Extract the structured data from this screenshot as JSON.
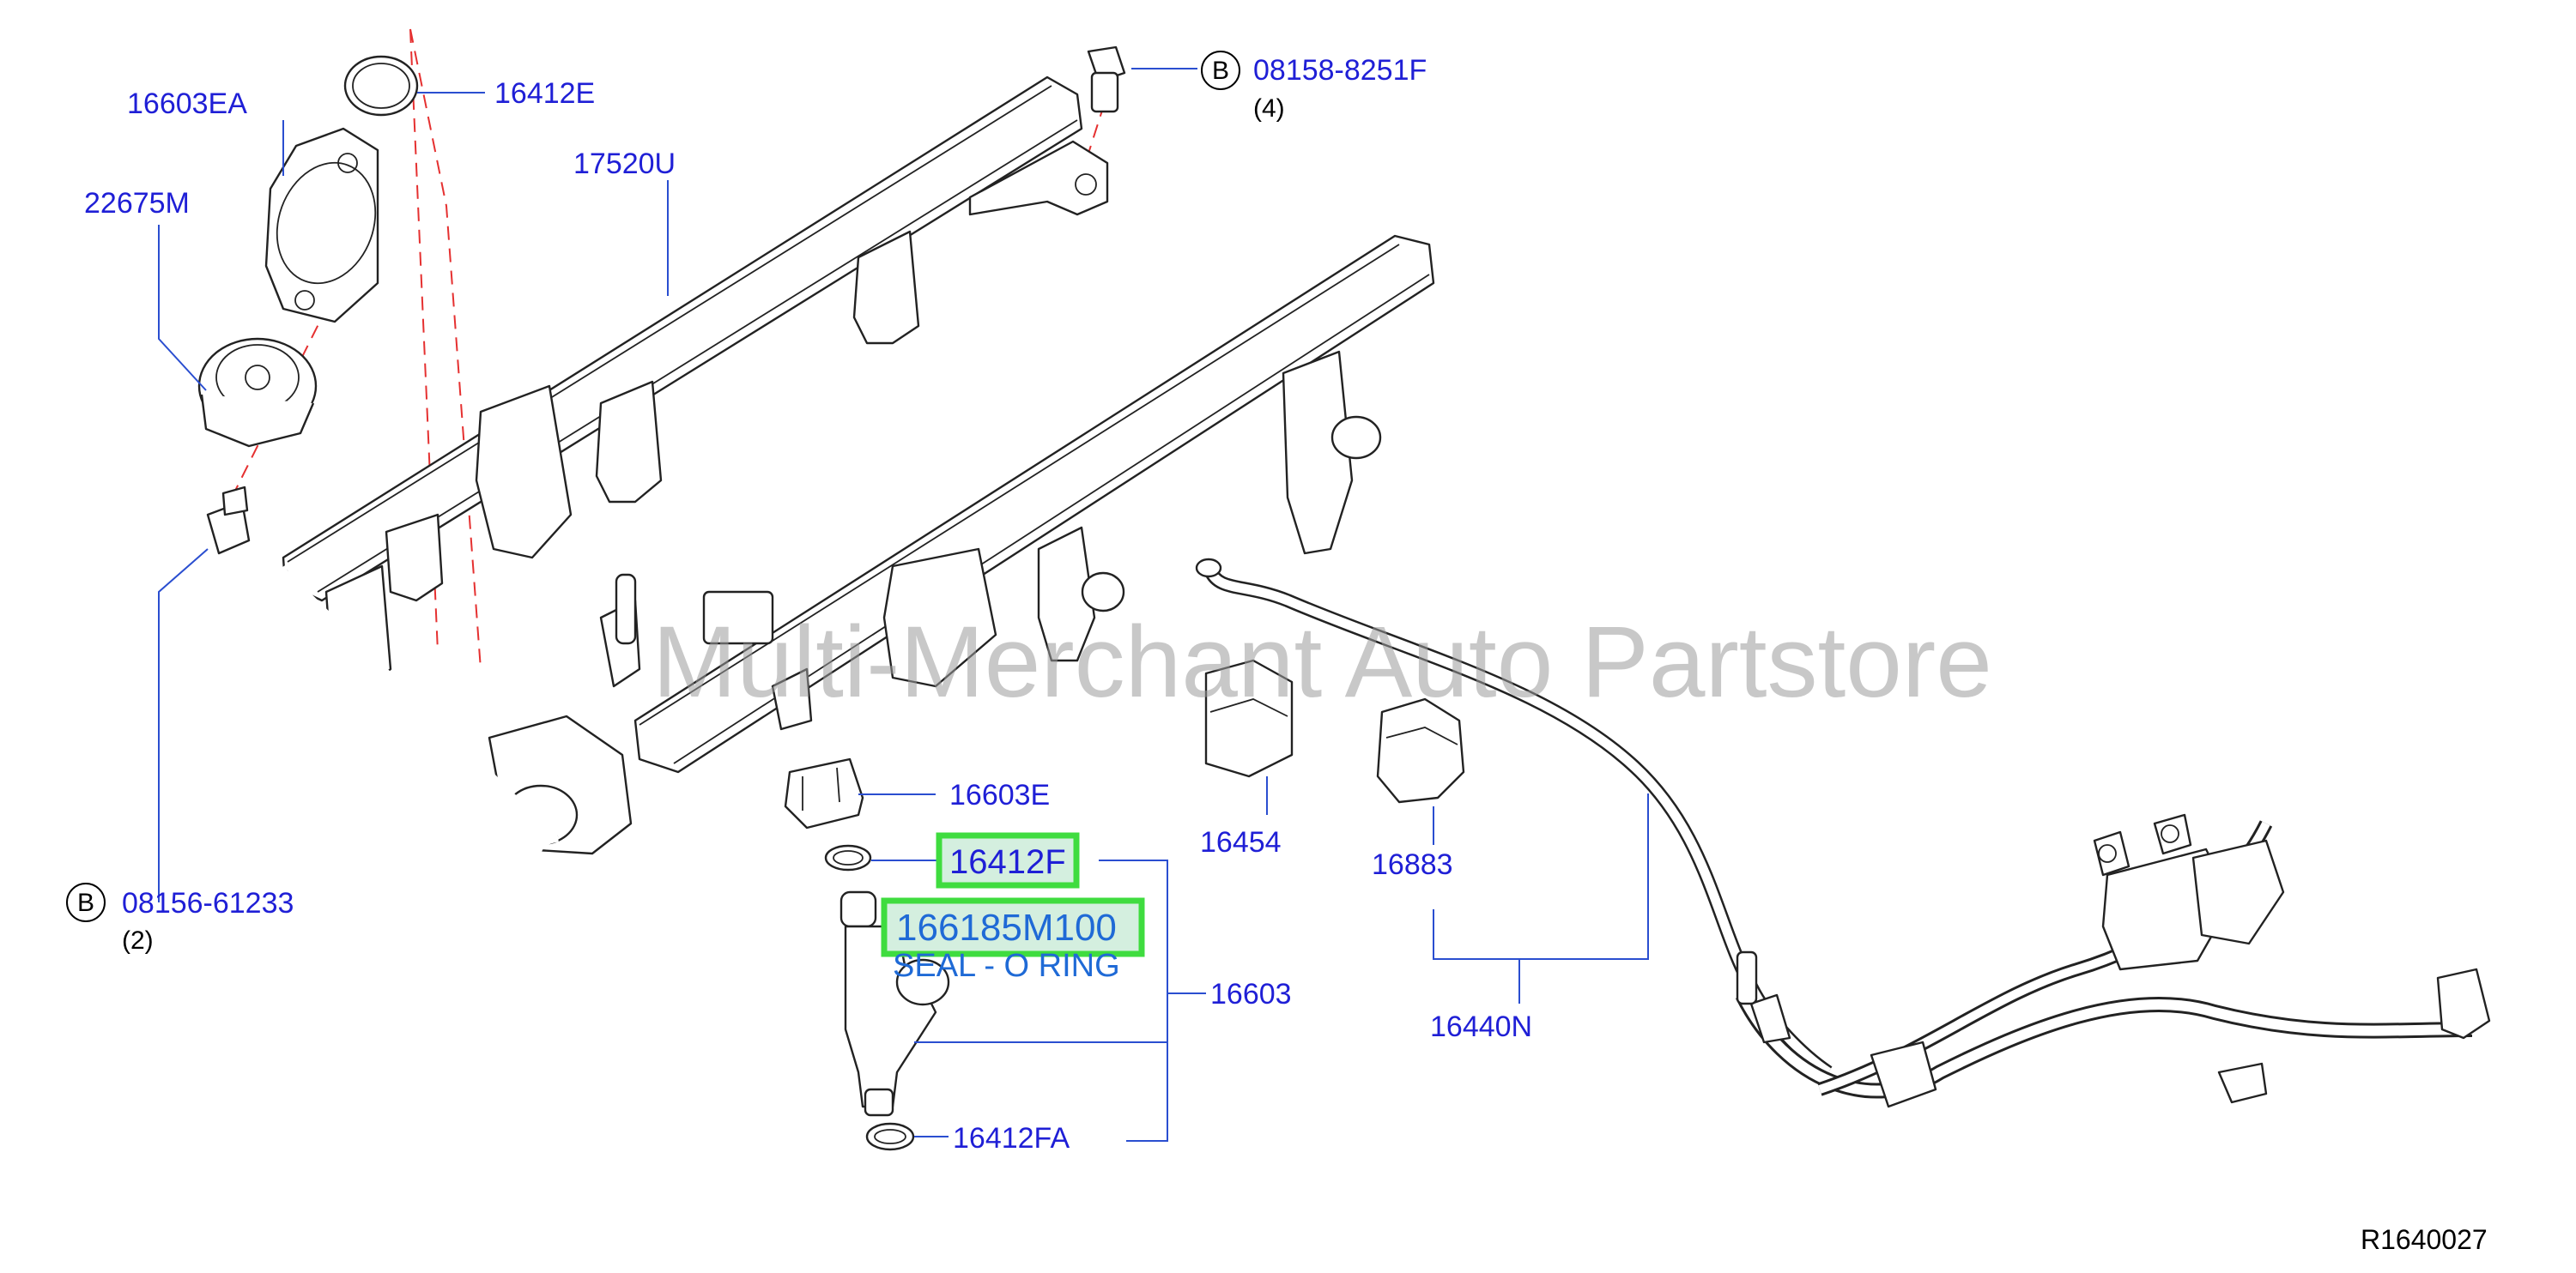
{
  "watermark": "Multi-Merchant Auto Partstore",
  "reference_code": "R1640027",
  "highlight": {
    "top_label": "16412F",
    "main_label": "166185M100",
    "subtitle": "SEAL - O RING"
  },
  "parts": {
    "p16603EA": "16603EA",
    "p16412E": "16412E",
    "p22675M": "22675M",
    "p17520U": "17520U",
    "p08158_8251F": "08158-8251F",
    "p08158_qty": "(4)",
    "p08156_61233": "08156-61233",
    "p08156_qty": "(2)",
    "p16603E": "16603E",
    "p16454": "16454",
    "p16883": "16883",
    "p16603": "16603",
    "p16440N": "16440N",
    "p16412FA": "16412FA"
  },
  "callout_letter": "B",
  "colors": {
    "label": "#1f1fd6",
    "leader": "#2a4ed0",
    "axis": "#e53030",
    "highlight_border": "#3fdc3f",
    "highlight_fill": "#d4efdf"
  }
}
